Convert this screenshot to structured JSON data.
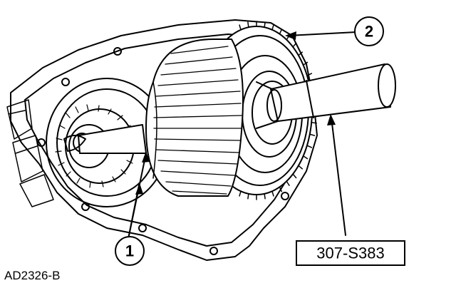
{
  "figure": {
    "id": "AD2326-B",
    "callouts": [
      {
        "number": "1"
      },
      {
        "number": "2"
      }
    ],
    "tool_label": "307-S383"
  }
}
